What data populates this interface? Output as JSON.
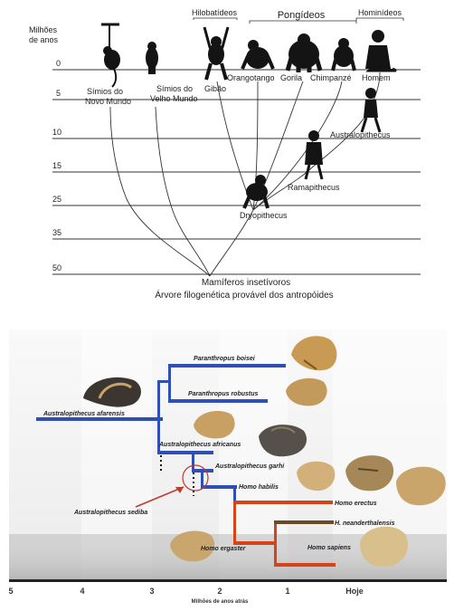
{
  "top": {
    "axis_title_line1": "Milhões",
    "axis_title_line2": "de anos",
    "ticks": [
      "0",
      "5",
      "10",
      "15",
      "25",
      "35",
      "50"
    ],
    "groups": {
      "hylobatids": "Hilobatídeos",
      "pongids": "Pongídeos",
      "hominids": "Hominídeos"
    },
    "taxa": {
      "new_world_1": "Símios do",
      "new_world_2": "Novo Mundo",
      "old_world_1": "Símios do",
      "old_world_2": "Velho Mundo",
      "gibbon": "Gibão",
      "orangutan": "Orangotango",
      "gorilla": "Gorila",
      "chimp": "Chimpanzé",
      "man": "Homem",
      "australopithecus": "Australopithecus",
      "ramapithecus": "Ramapithecus",
      "dryopithecus": "Dryopithecus",
      "root": "Mamíferos insetívoros"
    },
    "caption": "Árvore filogenética provável dos antropóides"
  },
  "bottom": {
    "species": {
      "boisei": "Paranthropus boisei",
      "robustus": "Paranthropus robustus",
      "afarensis": "Australopithecus afarensis",
      "africanus": "Australopithecus africanus",
      "garhi": "Australopithecus garhi",
      "habilis": "Homo habilis",
      "sediba": "Australopithecus sediba",
      "erectus": "Homo erectus",
      "neanderthalensis": "H. neanderthalensis",
      "ergaster": "Homo ergaster",
      "sapiens": "Homo sapiens"
    },
    "axis_ticks": [
      "5",
      "4",
      "3",
      "2",
      "1",
      "Hoje"
    ],
    "axis_title": "Milhões de anos atrás",
    "colors": {
      "blue": "#2f4fb5",
      "red": "#d3441c",
      "brown": "#6b4a25"
    }
  }
}
